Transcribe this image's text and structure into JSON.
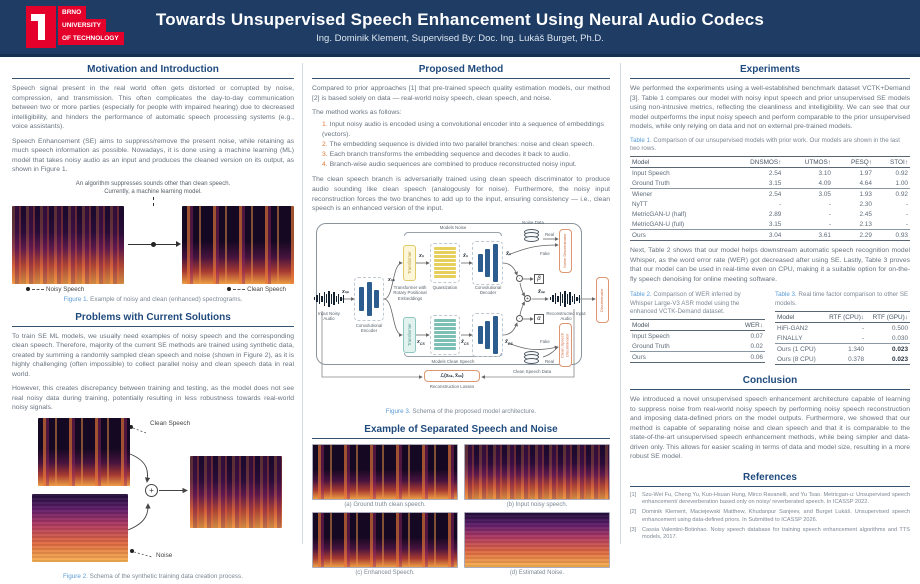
{
  "colors": {
    "header_navy": "#1e3c64",
    "brand_red": "#e4002b",
    "heading_navy": "#1f4a7d",
    "caption_blue": "#5b9bd5",
    "list_orange": "#e07b39"
  },
  "header": {
    "logo": {
      "line1": "BRNO",
      "line2": "UNIVERSITY",
      "line3": "OF TECHNOLOGY"
    },
    "title": "Towards Unsupervised Speech Enhancement Using Neural Audio Codecs",
    "subtitle": "Ing. Dominik Klement, Supervised By: Doc. Ing. Lukáš Burget, Ph.D."
  },
  "motivation": {
    "title": "Motivation and Introduction",
    "p1": "Speech signal present in the real world often gets distorted or corrupted by noise, compression, and transmission. This often complicates the day-to-day communication between two or more parties (especially for people with impaired hearing) due to decreased intelligibility, and hinders the performance of automatic speech processing systems (e.g., voice assistants).",
    "p2": "Speech Enhancement (SE) aims to suppress/remove the present noise, while retaining as much speech information as possible. Nowadays, it is done using a machine learning (ML) model that takes noisy audio as an input and produces the cleaned version on its output, as shown in Figure 1."
  },
  "figure1": {
    "annotation": "An algorithm suppresses sounds other than clean speech.\nCurrently, a machine learning model.",
    "label_noisy": "Noisy Speech",
    "label_clean": "Clean Speech",
    "caption_label": "Figure 1.",
    "caption": "Example of noisy and clean (enhanced) spectrograms."
  },
  "problems": {
    "title": "Problems with Current Solutions",
    "p1": "To train SE ML models, we usually need examples of noisy speech and the corresponding clean speech. Therefore, majority of the current SE methods are trained using synthetic data, created by summing a randomly sampled clean speech and noise (shown in Figure 2), as it is highly challenging (often impossible) to collect parallel noisy and clean speech data in real world.",
    "p2": "However, this creates discrepancy between training and testing, as the model does not see real noisy data during training, potentially resulting in less robustness towards real-world noisy signals."
  },
  "figure2": {
    "label_clean": "Clean Speech",
    "label_noise": "Noise",
    "plus": "+",
    "caption_label": "Figure 2.",
    "caption": "Schema of the synthetic training data creation process."
  },
  "method": {
    "title": "Proposed Method",
    "p1": "Compared to prior approaches [1] that pre-trained speech quality estimation models, our method [2] is based solely on data — real-world noisy speech, clean speech, and noise.",
    "list_intro": "The method works as follows:",
    "steps": [
      {
        "num": "1.",
        "text": "Input noisy audio is encoded using a convolutional encoder into a sequence of embeddings (vectors)."
      },
      {
        "num": "2.",
        "text": "The embedding sequence is divided into two parallel branches: noise and clean speech."
      },
      {
        "num": "3.",
        "text": "Each branch transforms the embedding sequence and decodes it back to audio."
      },
      {
        "num": "4.",
        "text": "Branch-wise audio sequences are combined to produce reconstructed noisy input."
      }
    ],
    "p2": "The clean speech branch is adversarially trained using clean speech discriminator to produce audio sounding like clean speech (analogously for noise).  Furthermore, the noisy input reconstruction forces the two branches to add up to the input, ensuring consistency — i.e., clean speech is an enhanced version of the input."
  },
  "figure3": {
    "models_noise": "Models Noise",
    "models_clean": "Models Clean Speech",
    "input_label": "Input Noisy Audio",
    "encoder": "Convolutional Encoder",
    "transformer": "Transformer",
    "transformer_note": "Transformer with Rotary Positional Embeddings",
    "quantization": "Quantization",
    "decoder": "Convolutional Decoder",
    "noise_data": "Noise Data",
    "clean_data": "Clean Speech Data",
    "real_top": "Real",
    "fake_top": "Fake",
    "real_bot": "Real",
    "fake_bot": "Fake",
    "noise_disc": "Noise Discriminator",
    "clean_disc": "Clean Speech Discriminator",
    "disc": "Discriminator",
    "recon": "Reconstructed Input Audio",
    "losses_label": "Reconstruction Losses",
    "syms": {
      "xns_in": "xₙₛ",
      "xns_enc": "xₙₛ",
      "xn": "xₙ",
      "xbn": "x̄ₙ",
      "xtn": "x̃ₙ",
      "xcs": {
        "b": "x",
        "s": "CS"
      },
      "xbcs": {
        "b": "x̄",
        "s": "CS"
      },
      "xtcs": {
        "b": "x̃",
        "s": "CS"
      },
      "xtns": "x̃ₙₛ",
      "beta": "β",
      "alpha": "α",
      "loss": "ℒ(xₙₛ, x̃ₙₛ)"
    },
    "caption_label": "Figure 3.",
    "caption": "Schema of the proposed model architecture."
  },
  "examples": {
    "title": "Example of Separated Speech and Noise",
    "captions": [
      "(a) Ground truth clean speech.",
      "(b) Input noisy speech.",
      "(c) Enhanced Speech.",
      "(d) Estimated Noise."
    ]
  },
  "experiments": {
    "title": "Experiments",
    "p1": "We performed the experiments using a well-established benchmark dataset VCTK+Demand [3].  Table 1 compares our model with noisy input speech and prior unsupervised SE models using non-intrusive metrics, reflecting the cleanliness and intelligibility.  We can see that our model outperforms the input noisy speech and perform comparable to the prior unsupervised models, while only relying on data and not on external pre-trained models.",
    "p2": "Next, Table 2 shows that our model helps downstream automatic speech recognition model Whisper, as the word error rate (WER) got decreased after using SE. Lastly, Table 3 proves that our model can be used in real-time even on CPU, making it a suitable option for on-the-fly speech denoising for online meeting software."
  },
  "tables": {
    "t1": {
      "caption_label": "Table 1.",
      "caption": "Comparison of our unsupervised models with prior work. Our models are shown in the last two rows.",
      "headers": [
        "Model",
        "DNSMOS↑",
        "UTMOS↑",
        "PESQ↑",
        "STOI↑"
      ],
      "rows": [
        {
          "cells": [
            "Input Speech",
            "2.54",
            "3.10",
            "1.97",
            "0.92"
          ]
        },
        {
          "cells": [
            "Ground Truth",
            "3.15",
            "4.09",
            "4.64",
            "1.00"
          ]
        },
        {
          "cells": [
            "Wiener",
            "2.54",
            "3.05",
            "1.93",
            "0.92"
          ]
        },
        {
          "cells": [
            "NyTT",
            "-",
            "-",
            "2.30",
            "-"
          ]
        },
        {
          "cells": [
            "MetricGAN-U (half)",
            "2.89",
            "-",
            "2.45",
            "-"
          ]
        },
        {
          "cells": [
            "MetricGAN-U (full)",
            "3.15",
            "-",
            "2.13",
            "-"
          ]
        },
        {
          "cells": [
            "Ours",
            "3.04",
            "3.61",
            "2.29",
            "0.93"
          ]
        }
      ]
    },
    "t2": {
      "caption_label": "Table 2.",
      "caption": "Comparison of WER inferred by Whisper Large-V3 ASR model using the enhanced VCTK-Demand dataset.",
      "headers": [
        "Model",
        "WER↓"
      ],
      "rows": [
        {
          "cells": [
            "Input Speech",
            "0.07"
          ]
        },
        {
          "cells": [
            "Ground Truth",
            "0.02"
          ]
        },
        {
          "cells": [
            "Ours",
            "0.06"
          ]
        }
      ]
    },
    "t3": {
      "caption_label": "Table 3.",
      "caption": "Real time factor comparison to other SE models.",
      "headers": [
        "Model",
        "RTF (CPU)↓",
        "RTF (GPU)↓"
      ],
      "rows": [
        {
          "cells": [
            "HiFi-GAN2",
            "-",
            "0.500"
          ]
        },
        {
          "cells": [
            "FINALLY",
            "-",
            "0.030"
          ]
        },
        {
          "cells": [
            "Ours (1 CPU)",
            "1.340",
            "0.023"
          ]
        },
        {
          "cells": [
            "Ours (8 CPU)",
            "0.378",
            "0.023"
          ]
        }
      ]
    }
  },
  "conclusion": {
    "title": "Conclusion",
    "p1": "We introduced a novel unsupervised speech enhancement architecture capable of learning to suppress noise from real-world noisy speech by performing noisy speech reconstruction and imposing data-defined priors on the model outputs. Furthermore, we showed that our method is capable of separating noise and clean speech and that it is comparable to the state-of-the-art unsupervised speech enhancement methods, while being simpler and data-driven only. This allows for easier scaling in terms of data and model size, resulting in a more robust SE model."
  },
  "references": {
    "title": "References",
    "items": [
      {
        "num": "[1]",
        "text": "Szu-Wei Fu, Cheng Yu, Kuo-Hsuan Hung, Mirco Ravanelli, and Yu Tsao.  Metricgan-u: Unsupervised speech enhancement/ dereverberation based only on noisy/ reverberated speech. In ICASSP 2022."
      },
      {
        "num": "[2]",
        "text": "Dominik Klement, Maciejewski Matthew, Khudanpur Sanjeev, and Burget Lukáš. Unsupervised speech enhancement using data-defined priors. In Submitted to ICASSP 2026."
      },
      {
        "num": "[3]",
        "text": "Cassia Valentini-Botinhao.  Noisy speech database for training speech enhancement algorithms and TTS models, 2017."
      }
    ]
  }
}
